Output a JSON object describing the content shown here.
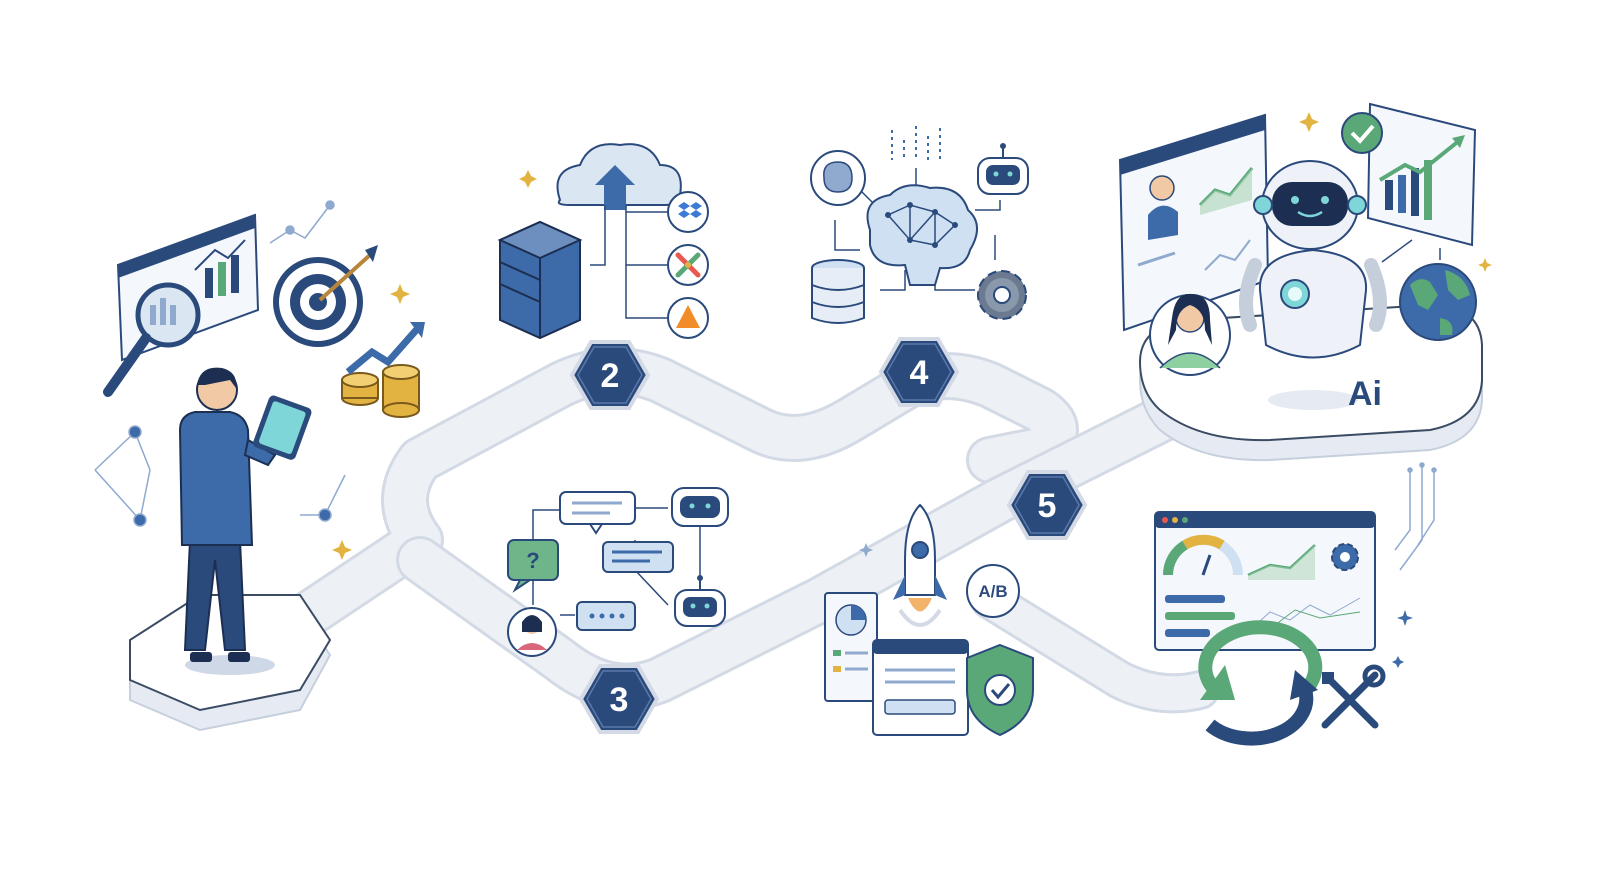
{
  "steps": [
    {
      "label": "2"
    },
    {
      "label": "3"
    },
    {
      "label": "4"
    },
    {
      "label": "5"
    }
  ],
  "ab_test_label": "A/B",
  "ai_logo_text": "Ai",
  "question_mark": "?",
  "colors": {
    "navy": "#2b4a7c",
    "path": "#e8ecf3",
    "path_outline": "#d3dae6",
    "green": "#5aa877",
    "teal": "#4fc3c6",
    "gold": "#e3b341",
    "light_blue": "#cfe0f3"
  },
  "icons": [
    "magnifier-icon",
    "analytics-chart-icon",
    "target-icon",
    "coins-icon",
    "tablet-icon",
    "cloud-upload-icon",
    "server-rack-icon",
    "dropbox-icon",
    "app-grid-icon",
    "vercel-icon",
    "chat-bubble-icon",
    "bot-icon",
    "user-avatar-icon",
    "brain-network-icon",
    "database-icon",
    "gear-icon",
    "rocket-icon",
    "shield-check-icon",
    "dashboard-icon",
    "sync-arrows-icon",
    "wrench-screwdriver-icon",
    "robot-assistant-icon",
    "globe-icon",
    "check-badge-icon"
  ]
}
